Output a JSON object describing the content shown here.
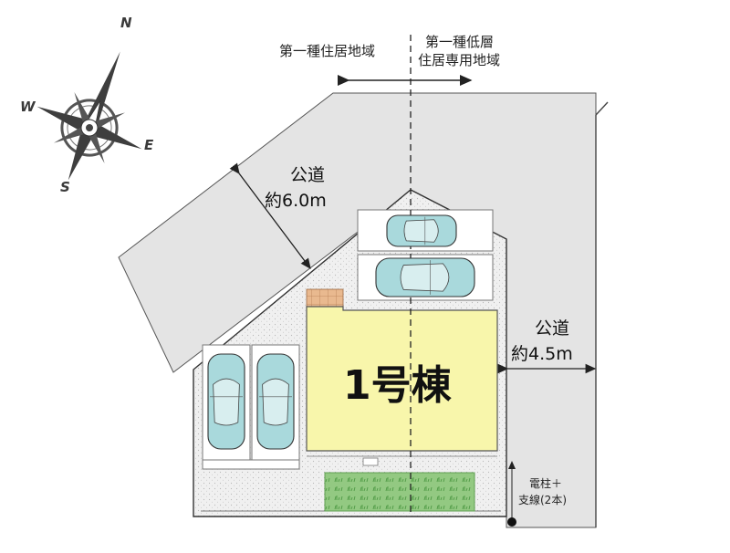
{
  "zones": {
    "left": "第一種住居地域",
    "right_line1": "第一種低層",
    "right_line2": "住居専用地域"
  },
  "roads": {
    "north": {
      "name": "公道",
      "width": "約6.0m"
    },
    "east": {
      "name": "公道",
      "width": "約4.5m"
    }
  },
  "building": {
    "label": "1号棟"
  },
  "pole": {
    "line1": "電柱＋",
    "line2": "支線(2本)"
  },
  "compass": {
    "n": "N",
    "e": "E",
    "s": "S",
    "w": "W"
  },
  "colors": {
    "road": "#e3e3e3",
    "building": "#f7f5a8",
    "gravel": "#eeeeee",
    "lawn": "#8fc77d",
    "terrace": "#e8b890",
    "car": "#a9d9dc"
  }
}
